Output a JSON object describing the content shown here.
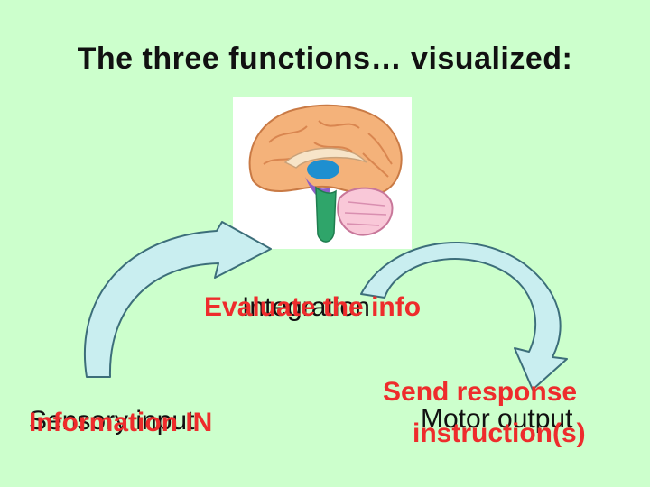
{
  "slide": {
    "title": "The three functions… visualized:"
  },
  "labels": {
    "integration": "Integration",
    "integration_overlay": "Evaluate the info",
    "sensory": "Sensory input",
    "sensory_overlay": "Information IN",
    "motor": "Motor output",
    "motor_overlay_line1": "Send response",
    "motor_overlay_line2": "instruction(s)"
  },
  "colors": {
    "background": "#ccffcc",
    "overlay_text": "#ee2c2c",
    "arrow_fill": "#c9eef0",
    "arrow_stroke": "#3c6e7a"
  }
}
